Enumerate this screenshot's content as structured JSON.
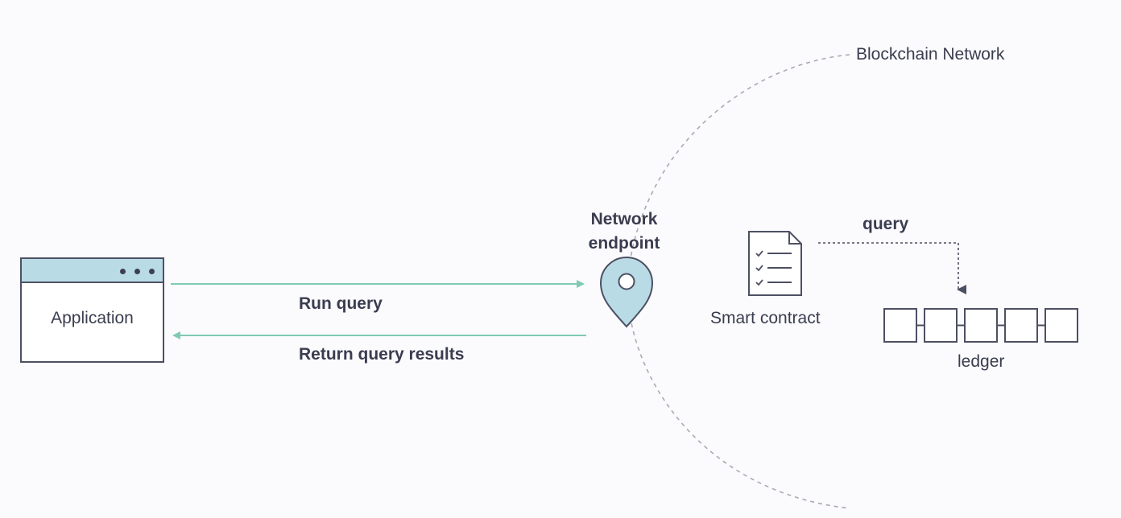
{
  "network": {
    "title": "Blockchain Network"
  },
  "endpoint": {
    "label_line1": "Network",
    "label_line2": "endpoint"
  },
  "application": {
    "label": "Application"
  },
  "arrows": {
    "request_label": "Run query",
    "response_label": "Return query results",
    "query_label": "query"
  },
  "smart_contract": {
    "label": "Smart contract"
  },
  "ledger": {
    "label": "ledger",
    "block_count": 5
  },
  "colors": {
    "arrow": "#7fcab3",
    "pin_fill": "#b9dbe6",
    "outline": "#4d5062",
    "dashed": "#a9aab3"
  },
  "icons": {
    "endpoint": "map-pin-icon",
    "contract": "document-checklist-icon",
    "window_controls": "ellipsis-icon"
  }
}
